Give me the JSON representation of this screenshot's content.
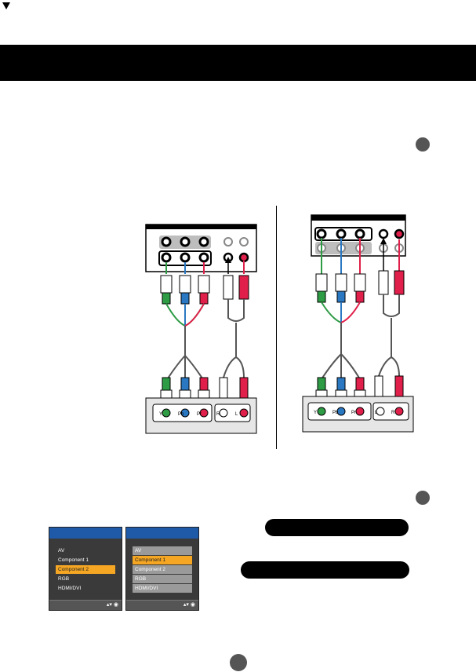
{
  "menus": {
    "left": {
      "items": [
        "AV",
        "Component 1",
        "Component 2",
        "RGB",
        "HDMI/DVI"
      ],
      "selected": "Component 2"
    },
    "right": {
      "items": [
        "AV",
        "Component 1",
        "Component 2",
        "RGB",
        "HDMI/DVI"
      ],
      "selected": "Component 1"
    },
    "footer_icons": "▴▾ ◉"
  },
  "diagram_left": {
    "connector_labels": [
      "Y",
      "Pb",
      "Pr",
      "R",
      "L"
    ]
  },
  "diagram_right": {
    "connector_labels": [
      "Y",
      "Pb",
      "Pr",
      "L",
      "R"
    ]
  },
  "colors": {
    "green": "#2e9b45",
    "blue": "#2a78c2",
    "red": "#e0204a",
    "accent": "#f5a623"
  }
}
